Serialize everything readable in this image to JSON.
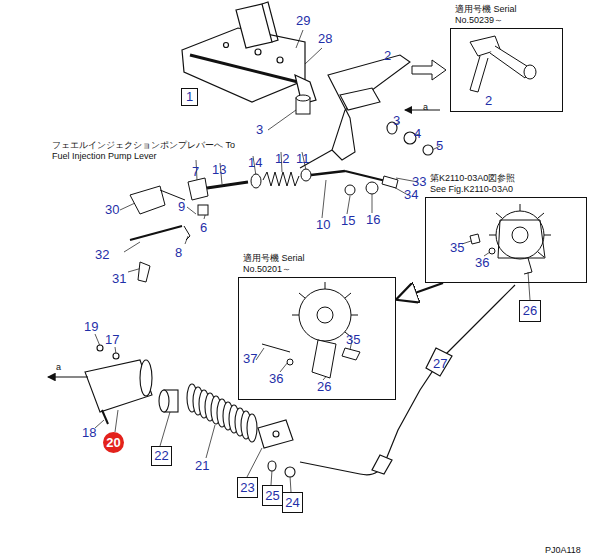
{
  "diagram": {
    "nodes": [
      {
        "text": [
          "適用号機 Serial No.50239～"
        ]
      },
      {
        "text": [
          "1"
        ]
      },
      {
        "text": [
          "第K2110-03A0図参照 See Fig.K2110-03A0"
        ]
      },
      {
        "text": [
          "適用号機 Serial No.50201～"
        ]
      },
      {
        "text": [
          "26"
        ]
      },
      {
        "text": [
          "20"
        ]
      },
      {
        "text": [
          "22"
        ]
      },
      {
        "text": [
          "23"
        ]
      },
      {
        "text": [
          "25"
        ]
      },
      {
        "text": [
          "24"
        ]
      }
    ],
    "edges": [
      {
        "from": 2,
        "to": 3,
        "arrow": "to"
      }
    ],
    "labels": [
      "29",
      "28",
      "2",
      "2",
      "3",
      "3",
      "4",
      "5",
      "a",
      "フェエルインジェクションポンプレバーへ To Fuel Injection Pump Lever",
      "7",
      "13",
      "14",
      "12",
      "11",
      "30",
      "9",
      "6",
      "10",
      "15",
      "16",
      "34",
      "33",
      "32",
      "8",
      "31",
      "35",
      "36",
      "37",
      "36",
      "35",
      "26",
      "27",
      "19",
      "17",
      "a",
      "18",
      "21",
      "PJ0A118"
    ]
  }
}
